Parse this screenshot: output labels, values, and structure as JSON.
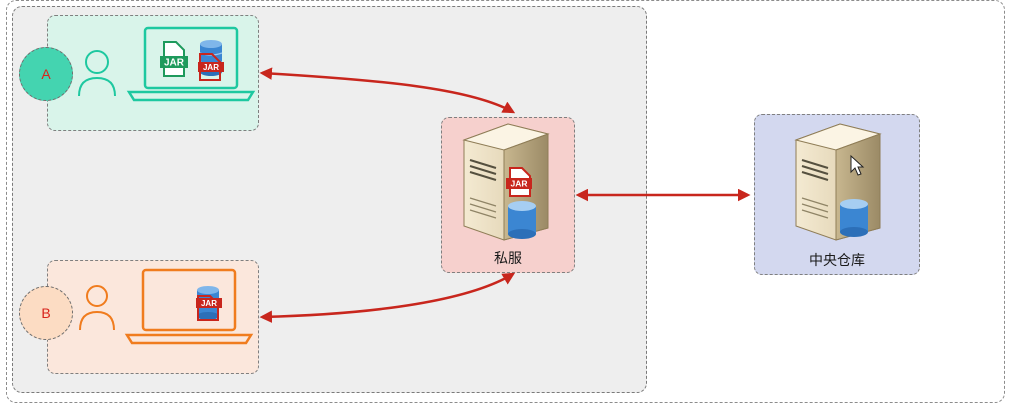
{
  "client_a": {
    "badge": "A",
    "jar_text": "JAR",
    "color": "#1ec8a0"
  },
  "client_b": {
    "badge": "B",
    "jar_text": "JAR",
    "color": "#f07c1e"
  },
  "private_server": {
    "label": "私服",
    "jar_text": "JAR"
  },
  "central_repo": {
    "label": "中央仓库"
  },
  "colors": {
    "arrow": "#c8261d",
    "database": "#3b86d2",
    "jar": "#c8261d"
  }
}
